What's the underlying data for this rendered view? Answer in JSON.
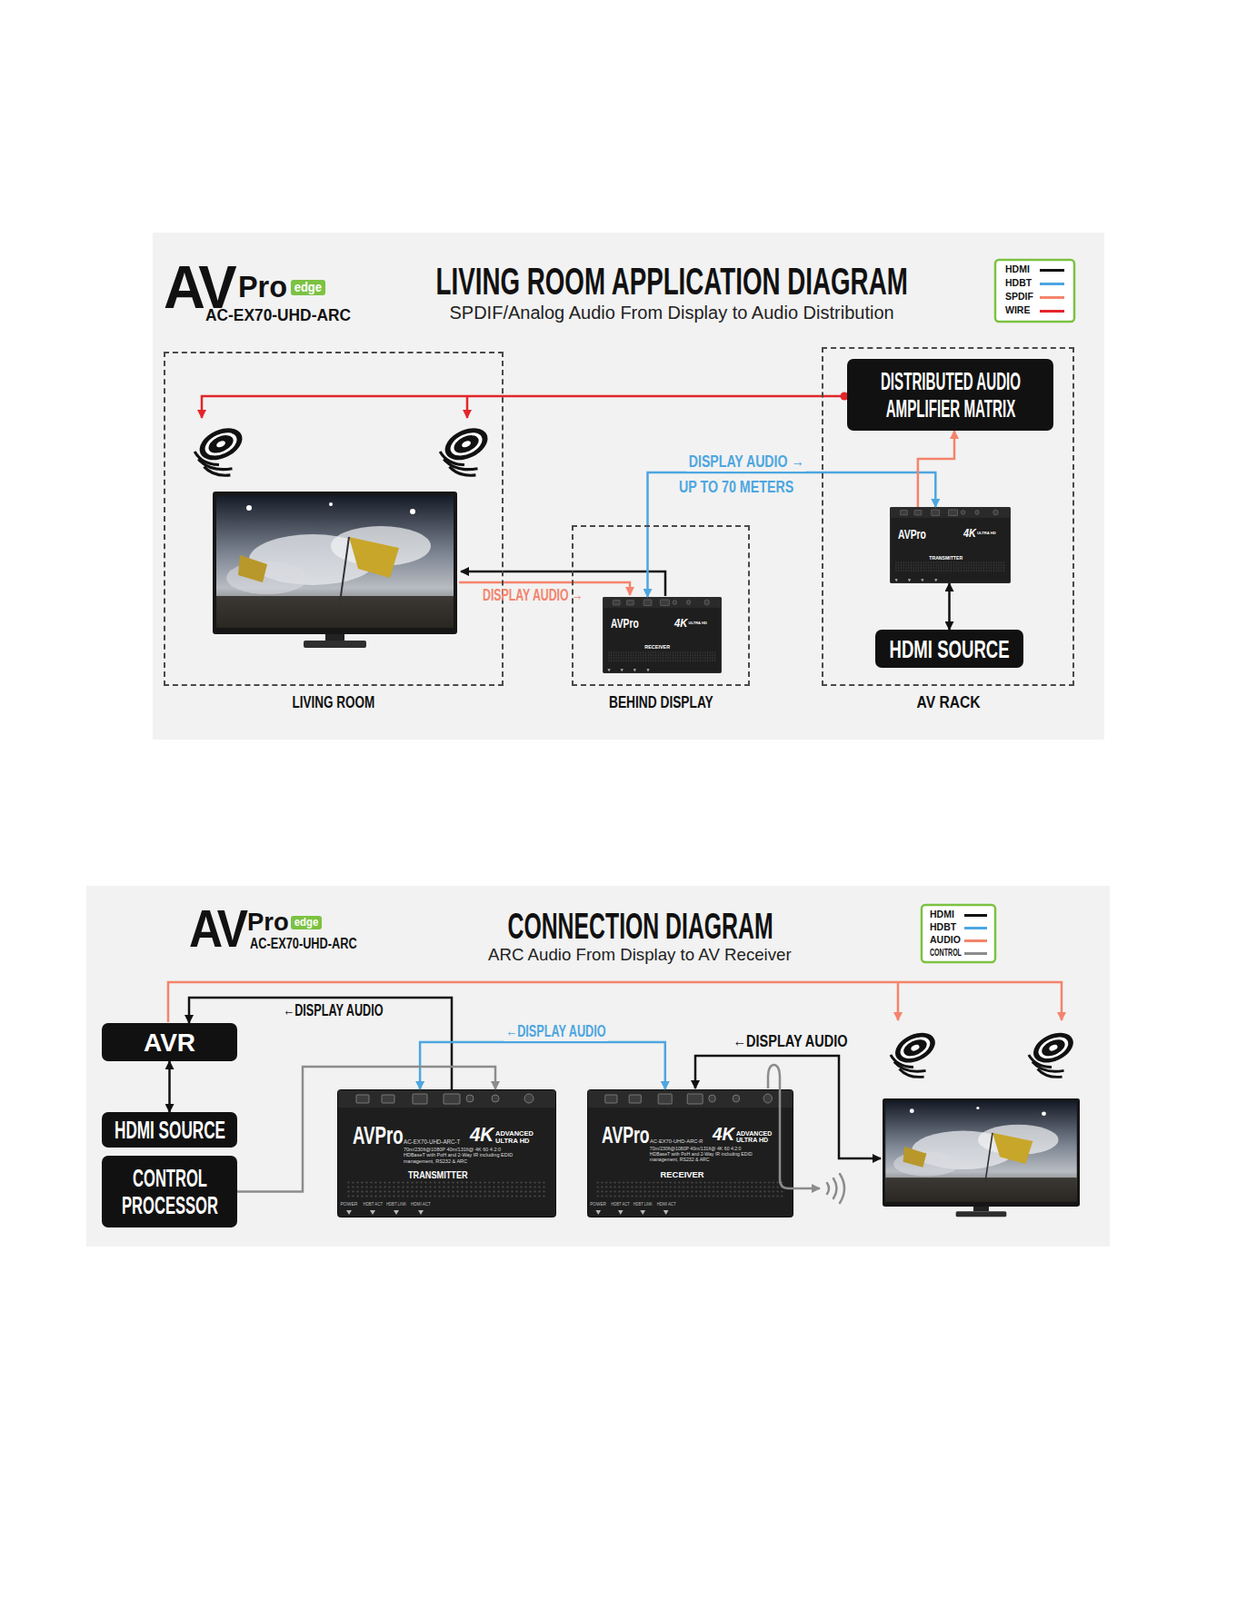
{
  "diagram": {
    "title": "LIVING ROOM APPLICATION DIAGRAM",
    "nodes": [
      {
        "text": [
          "LIVING ROOM"
        ]
      },
      {
        "text": [
          "BEHIND DISPLAY"
        ]
      },
      {
        "text": [
          "AVPro",
          "4K",
          "ULTRA HD",
          "RECEIVER"
        ],
        "in": 1
      },
      {
        "text": [
          "AV RACK"
        ]
      },
      {
        "text": [
          "DISTRIBUTED AUDIO AMPLIFIER MATRIX"
        ],
        "in": 3
      },
      {
        "text": [
          "AVPro",
          "4K",
          "ULTRA HD",
          "TRANSMITTER"
        ],
        "in": 3
      },
      {
        "text": [
          "HDMI SOURCE"
        ],
        "in": 3
      },
      {
        "text": [
          "AVR"
        ]
      },
      {
        "text": [
          "HDMI SOURCE"
        ]
      },
      {
        "text": [
          "CONTROL PROCESSOR"
        ]
      },
      {
        "text": [
          "AVPro",
          "4K",
          "ADVANCED ULTRA HD",
          "AC-EX70-UHD-ARC-T",
          "70m/230ft@1080P 40m/131ft@ 4K 60 4:2:0 HDBaseT with PoH and 2-Way IR including EDID management, RS232 & ARC",
          "TRANSMITTER",
          "POWER",
          "HDBT ACT",
          "HDBT LINK",
          "HDMI ACT"
        ]
      },
      {
        "text": [
          "AVPro",
          "4K",
          "ADVANCED ULTRA HD",
          "AC-EX70-UHD-ARC-R",
          "70m/230ft@1080P 40m/131ft@ 4K 60 4:2:0 HDBaseT with PoH and 2-Way IR including EDID management, RS232 & ARC",
          "RECEIVER",
          "POWER",
          "HDBT ACT",
          "HDBT LINK",
          "HDMI ACT"
        ]
      }
    ],
    "edges": [
      {
        "from": 2,
        "to": 5,
        "arrow": "both",
        "label": "DISPLAY AUDIO →"
      },
      {
        "from": 5,
        "to": 4,
        "arrow": "to"
      },
      {
        "from": 6,
        "to": 5,
        "arrow": "both"
      },
      {
        "from": 10,
        "to": 7,
        "arrow": "to",
        "label": "←DISPLAY AUDIO"
      },
      {
        "from": 11,
        "to": 10,
        "arrow": "both",
        "label": "←DISPLAY AUDIO"
      },
      {
        "from": 9,
        "to": 10,
        "arrow": "to"
      },
      {
        "from": 8,
        "to": 7,
        "arrow": "both"
      }
    ],
    "labels": [
      "AV",
      "Pro",
      "edge",
      "AC-EX70-UHD-ARC",
      "SPDIF/Analog Audio From Display to Audio Distribution",
      "UP TO 70 METERS",
      "DISPLAY AUDIO →",
      "AV",
      "Pro",
      "edge",
      "AC-EX70-UHD-ARC",
      "CONNECTION DIAGRAM",
      "ARC Audio From Display to AV Receiver",
      "←DISPLAY AUDIO"
    ],
    "legend": [
      {
        "text": "HDMI",
        "color": "#111111"
      },
      {
        "text": "HDBT",
        "color": "#4da6e0"
      },
      {
        "text": "SPDIF",
        "color": "#f4846c"
      },
      {
        "text": "WIRE",
        "color": "#e3262b"
      },
      {
        "text": "HDMI",
        "color": "#111111"
      },
      {
        "text": "HDBT",
        "color": "#4da6e0"
      },
      {
        "text": "AUDIO",
        "color": "#f4846c"
      },
      {
        "text": "CONTROL",
        "color": "#8c8c8c"
      }
    ]
  }
}
